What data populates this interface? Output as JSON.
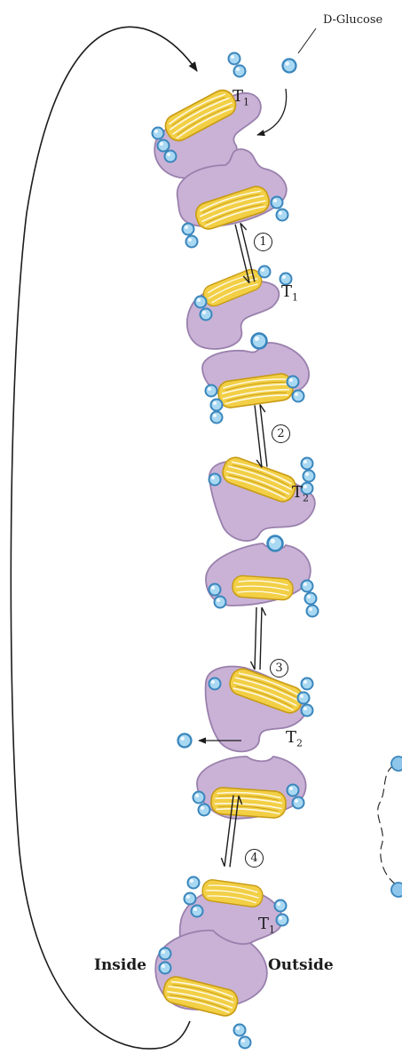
{
  "labels": {
    "substrate_prefix": "D",
    "substrate_name": "-Glucose",
    "inside": "Inside",
    "outside": "Outside"
  },
  "states": [
    {
      "letter": "T",
      "sub": "1"
    },
    {
      "letter": "T",
      "sub": "1"
    },
    {
      "letter": "T",
      "sub": "2"
    },
    {
      "letter": "T",
      "sub": "2"
    },
    {
      "letter": "T",
      "sub": "1"
    }
  ],
  "steps": [
    "1",
    "2",
    "3",
    "4"
  ],
  "colors": {
    "protein": "#c9b2d6",
    "protein_edge": "#9a80ad",
    "lipid": "#f2cf45",
    "lipid_edge": "#c79a14",
    "glucose": "#a9d8f2",
    "glucose_edge": "#3a86bd",
    "line": "#1c1c1c"
  }
}
